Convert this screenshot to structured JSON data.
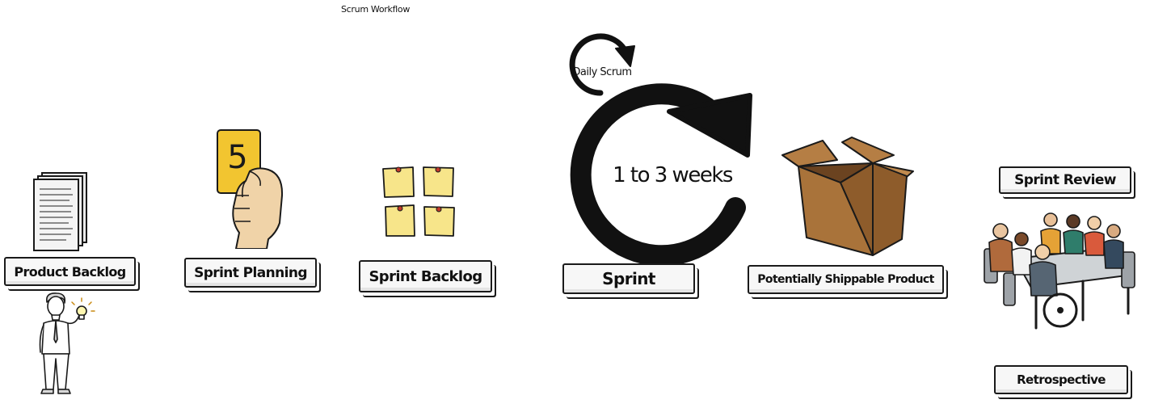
{
  "diagram": {
    "title": "Scrum Workflow",
    "stages": [
      {
        "id": "product-backlog",
        "label": "Product Backlog"
      },
      {
        "id": "sprint-planning",
        "label": "Sprint Planning",
        "card_value": "5"
      },
      {
        "id": "sprint-backlog",
        "label": "Sprint Backlog"
      },
      {
        "id": "sprint",
        "label": "Sprint",
        "cycle_text": "1 to 3 weeks",
        "daily_label": "Daily Scrum"
      },
      {
        "id": "product",
        "label": "Potentially Shippable Product"
      },
      {
        "id": "sprint-review",
        "label": "Sprint Review"
      },
      {
        "id": "retrospective",
        "label": "Retrospective"
      }
    ]
  },
  "colors": {
    "ink": "#1a1a1a",
    "card_yellow": "#f2c530",
    "sticky_yellow": "#f7e58a",
    "box_brown": "#a9733a",
    "skin": "#f0d3a8"
  }
}
